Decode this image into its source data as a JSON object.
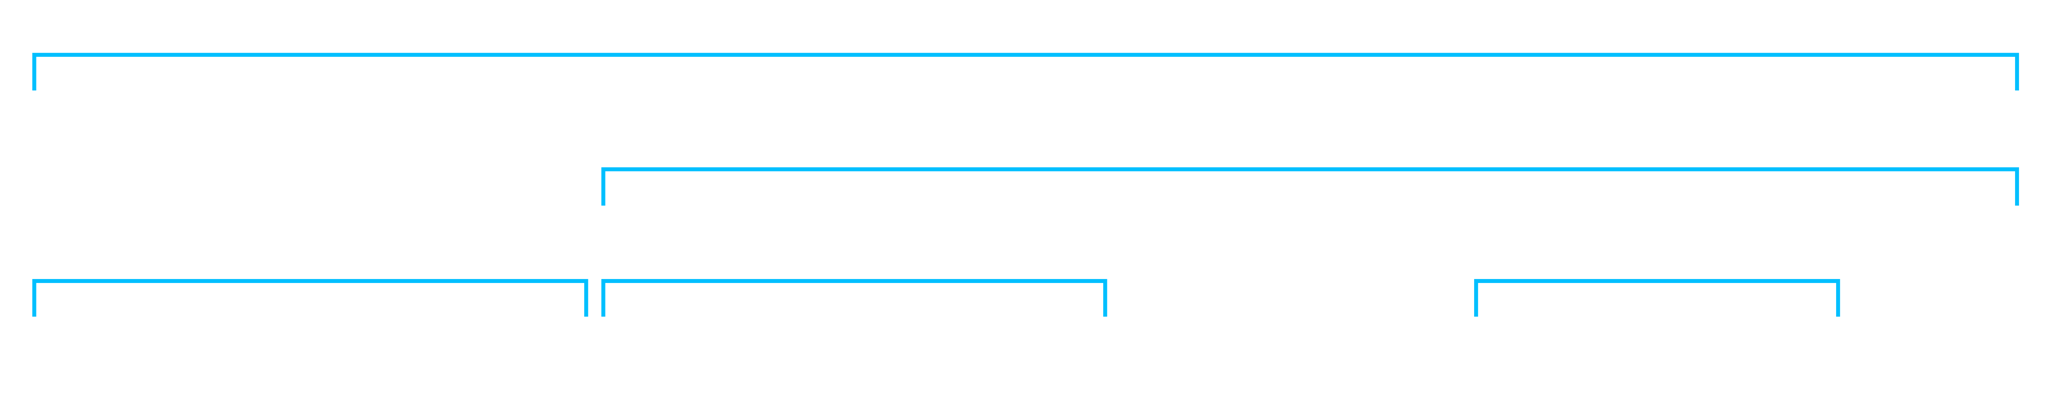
{
  "diagram": {
    "type": "bracket-hierarchy",
    "stroke_color": "#00BFFF",
    "background_color": "#FFFFFF",
    "levels": 3,
    "brackets": [
      {
        "id": "span-full",
        "level": 1
      },
      {
        "id": "span-right-main",
        "level": 2
      },
      {
        "id": "span-left",
        "level": 3
      },
      {
        "id": "span-middle",
        "level": 3
      },
      {
        "id": "span-right-small",
        "level": 3
      }
    ]
  }
}
